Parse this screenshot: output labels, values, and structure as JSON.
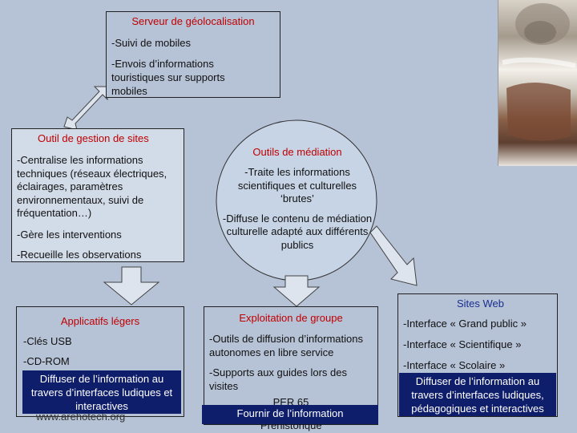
{
  "server": {
    "title": "Serveur de géolocalisation",
    "line1": "-Suivi de mobiles",
    "line2": "-Envois d’informations touristiques sur supports mobiles"
  },
  "gestion": {
    "title": "Outil de gestion de sites",
    "line1": "-Centralise les informations techniques (réseaux électriques, éclairages, paramètres environnementaux, suivi de fréquentation…)",
    "line2": "-Gère les interventions",
    "line3": "-Recueille les observations"
  },
  "mediation": {
    "title": "Outils de médiation",
    "line1": "-Traite les informations scientifiques et culturelles ‘brutes’",
    "line2": "-Diffuse le contenu de médiation culturelle adapté aux différents publics"
  },
  "applicatifs": {
    "title": "Applicatifs légers",
    "line1": "-Clés USB",
    "line2": "-CD-ROM",
    "footer": "Diffuser de l’information au travers d’interfaces ludiques et interactives",
    "watermark": "www.arehotech.org"
  },
  "groupe": {
    "title": "Exploitation de groupe",
    "line1": "-Outils de diffusion d’informations autonomes en libre service",
    "line2": "-Supports aux guides lors des visites",
    "page": "PER 65",
    "footer": "Fournir de l’information",
    "footer_hidden": "Préhistorique"
  },
  "web": {
    "title": "Sites Web",
    "line1": "-Interface « Grand public »",
    "line2": "-Interface « Scientifique »",
    "line3": "-Interface « Scolaire »",
    "footer": "Diffuser de l’information au travers d’interfaces ludiques, pédagogiques et interactives"
  },
  "colors": {
    "background": "#b6c2d6",
    "title_red": "#c00000",
    "title_blue": "#1a2f8f",
    "banner_navy": "#0f1e6b",
    "ellipse_fill": "#c6d4e6"
  }
}
